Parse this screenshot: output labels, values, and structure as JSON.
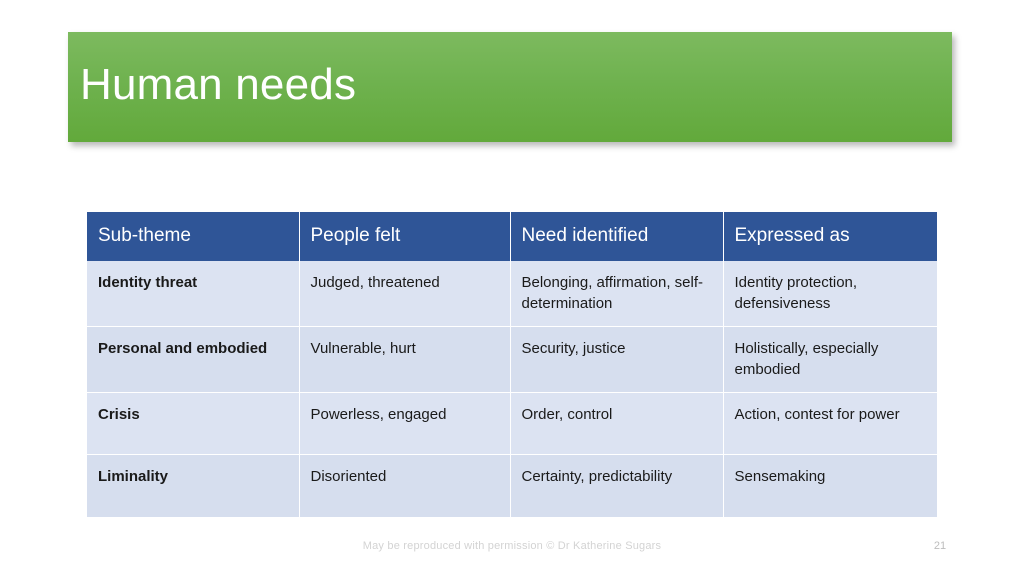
{
  "slide": {
    "title": "Human needs",
    "accent_green_top": "#7dba5f",
    "accent_green_bottom": "#62a93b",
    "header_blue": "#2f5597",
    "row_tint_light": "#dce3f2",
    "row_tint_dark": "#d6deee"
  },
  "table": {
    "headers": [
      "Sub-theme",
      "People felt",
      "Need identified",
      "Expressed as"
    ],
    "rows": [
      {
        "sub_theme": "Identity threat",
        "people_felt": "Judged, threatened",
        "need_identified": "Belonging, affirmation, self-determination",
        "expressed_as": "Identity protection, defensiveness"
      },
      {
        "sub_theme": "Personal and embodied",
        "people_felt": "Vulnerable, hurt",
        "need_identified": "Security, justice",
        "expressed_as": "Holistically, especially embodied"
      },
      {
        "sub_theme": "Crisis",
        "people_felt": "Powerless, engaged",
        "need_identified": "Order, control",
        "expressed_as": "Action, contest for power"
      },
      {
        "sub_theme": "Liminality",
        "people_felt": "Disoriented",
        "need_identified": "Certainty, predictability",
        "expressed_as": "Sensemaking"
      }
    ]
  },
  "footer": {
    "credit": "May be reproduced with permission © Dr Katherine Sugars",
    "page_number": "21"
  }
}
